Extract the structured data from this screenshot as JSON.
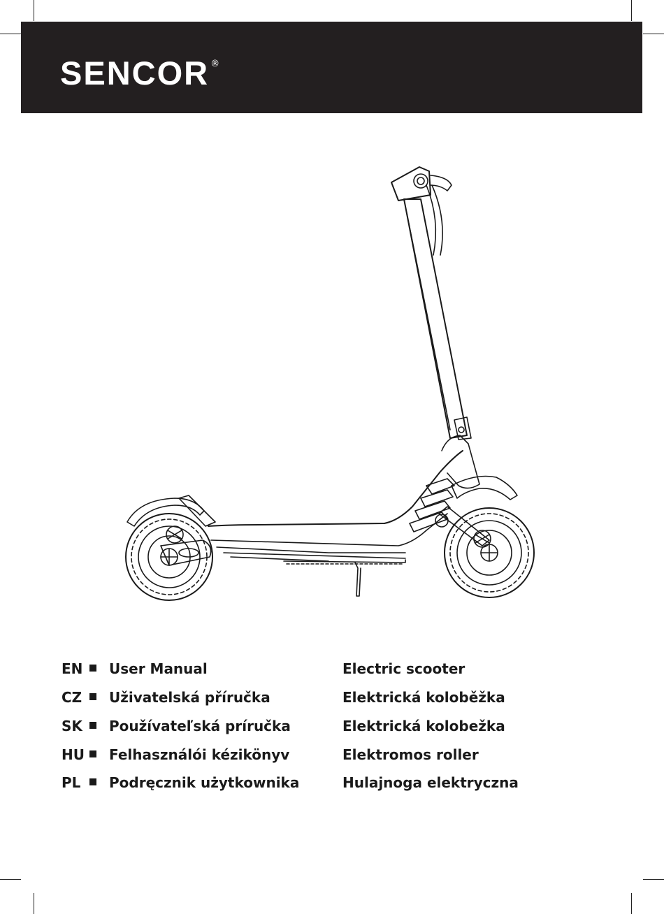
{
  "brand": {
    "name": "SENCOR",
    "registered_mark": "®"
  },
  "illustration": {
    "subject": "electric scooter line drawing",
    "icon": "scooter-icon"
  },
  "languages": [
    {
      "code": "EN",
      "title": "User Manual",
      "product": "Electric scooter"
    },
    {
      "code": "CZ",
      "title": "Uživatelská příručka",
      "product": "Elektrická koloběžka"
    },
    {
      "code": "SK",
      "title": "Používateľská príručka",
      "product": "Elektrická kolobežka"
    },
    {
      "code": "HU",
      "title": "Felhasználói kézikönyv",
      "product": "Elektromos roller"
    },
    {
      "code": "PL",
      "title": "Podręcznik użytkownika",
      "product": "Hulajnoga elektryczna"
    }
  ],
  "colors": {
    "header_background": "#231f20",
    "text": "#1a1a1a",
    "page_background": "#ffffff"
  }
}
